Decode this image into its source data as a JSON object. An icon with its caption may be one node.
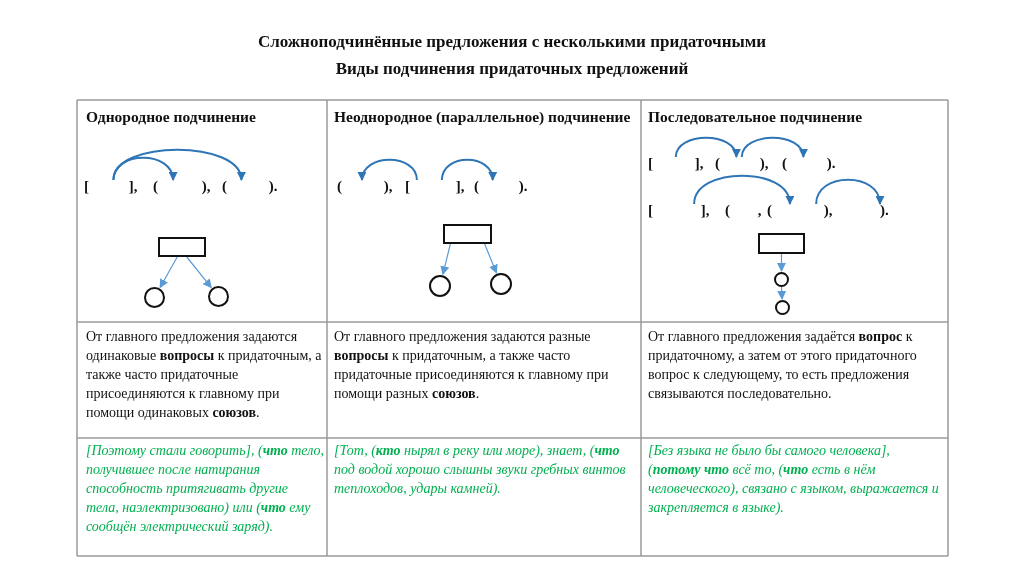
{
  "diagram": {
    "title": "Сложноподчинённые предложения с несколькими придаточными",
    "nodes": [
      {
        "text": [
          "[ ],"
        ]
      },
      {
        "text": [
          "( ),"
        ]
      },
      {
        "text": [
          "( )."
        ]
      },
      {
        "text": [],
        "shape": "box"
      },
      {
        "text": [],
        "shape": "circle"
      },
      {
        "text": [],
        "shape": "circle"
      },
      {
        "text": [
          "( ),"
        ]
      },
      {
        "text": [
          "[ ],"
        ]
      },
      {
        "text": [
          "( )."
        ]
      },
      {
        "text": [],
        "shape": "box"
      },
      {
        "text": [],
        "shape": "circle"
      },
      {
        "text": [],
        "shape": "circle"
      },
      {
        "text": [
          "[ ],"
        ]
      },
      {
        "text": [
          "( ),"
        ]
      },
      {
        "text": [
          "( )."
        ]
      },
      {
        "text": [
          "[ ],"
        ]
      },
      {
        "text": [
          "( ,"
        ]
      },
      {
        "text": [
          "( ),"
        ]
      },
      {
        "text": [
          ")."
        ]
      },
      {
        "text": [],
        "shape": "box"
      },
      {
        "text": [],
        "shape": "circle"
      },
      {
        "text": [],
        "shape": "circle"
      }
    ],
    "edges": [
      {
        "from": 0,
        "to": 1,
        "arrow": "to"
      },
      {
        "from": 0,
        "to": 2,
        "arrow": "to"
      },
      {
        "from": 3,
        "to": 4,
        "arrow": "to",
        "color": "#5b9bd5"
      },
      {
        "from": 3,
        "to": 5,
        "arrow": "to",
        "color": "#5b9bd5"
      },
      {
        "from": 7,
        "to": 6,
        "arrow": "to"
      },
      {
        "from": 7,
        "to": 8,
        "arrow": "to"
      },
      {
        "from": 9,
        "to": 10,
        "arrow": "to",
        "color": "#5b9bd5"
      },
      {
        "from": 9,
        "to": 11,
        "arrow": "to",
        "color": "#5b9bd5"
      },
      {
        "from": 12,
        "to": 13,
        "arrow": "to"
      },
      {
        "from": 13,
        "to": 14,
        "arrow": "to"
      },
      {
        "from": 15,
        "to": 17,
        "arrow": "to"
      },
      {
        "from": 17,
        "to": 18,
        "arrow": "to"
      },
      {
        "from": 19,
        "to": 20,
        "arrow": "to",
        "color": "#5b9bd5"
      },
      {
        "from": 20,
        "to": 21,
        "arrow": "to",
        "color": "#5b9bd5"
      }
    ],
    "labels": [
      "Виды подчинения придаточных предложений",
      "Однородное подчинение",
      "Неоднородное (параллельное) подчинение",
      "Последовательное подчинение",
      "От главного предложения задаются одинаковые **вопросы** к придаточным, а также часто придаточные присоединяются к главному при помощи одинаковых **союзов**.",
      "От главного предложения задаются разные **вопросы** к придаточным, а также часто придаточные присоединяются к главному при помощи разных **союзов**.",
      "От главного предложения задаётся **вопрос** к придаточному, а затем от этого придаточного вопрос к следующему, то есть предложения связываются последовательно.",
      "[Поэтому стали говорить], (**что** тело, получившее после натирания способность притягивать другие тела, наэлектризовано) или (**что** ему сообщён электрический заряд).",
      "[Тот, (**кто** нырял в реку или море), знает, (**что** под водой хорошо слышны звуки гребных винтов теплоходов, удары камней).",
      "[Без языка не было бы самого человека], (**потому что** всё то, (**что** есть в нём человеческого), связано с языком, выражается и закрепляется в языке)."
    ]
  }
}
